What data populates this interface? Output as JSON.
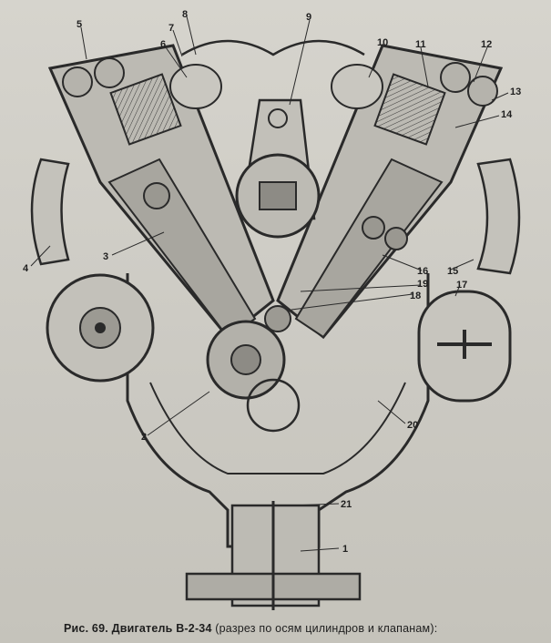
{
  "figure": {
    "caption_label": "Рис. 69.",
    "caption_title": "Двигатель В-2-34",
    "caption_detail": "(разрез по осям цилиндров и клапанам):"
  },
  "callouts": [
    "1",
    "2",
    "3",
    "4",
    "5",
    "6",
    "7",
    "8",
    "9",
    "10",
    "11",
    "12",
    "13",
    "14",
    "15",
    "16",
    "17",
    "18",
    "19",
    "20",
    "21"
  ],
  "colors": {
    "ink": "#2a2a2a",
    "paper": "#d6d4cd",
    "shade": "#8d8b85"
  }
}
